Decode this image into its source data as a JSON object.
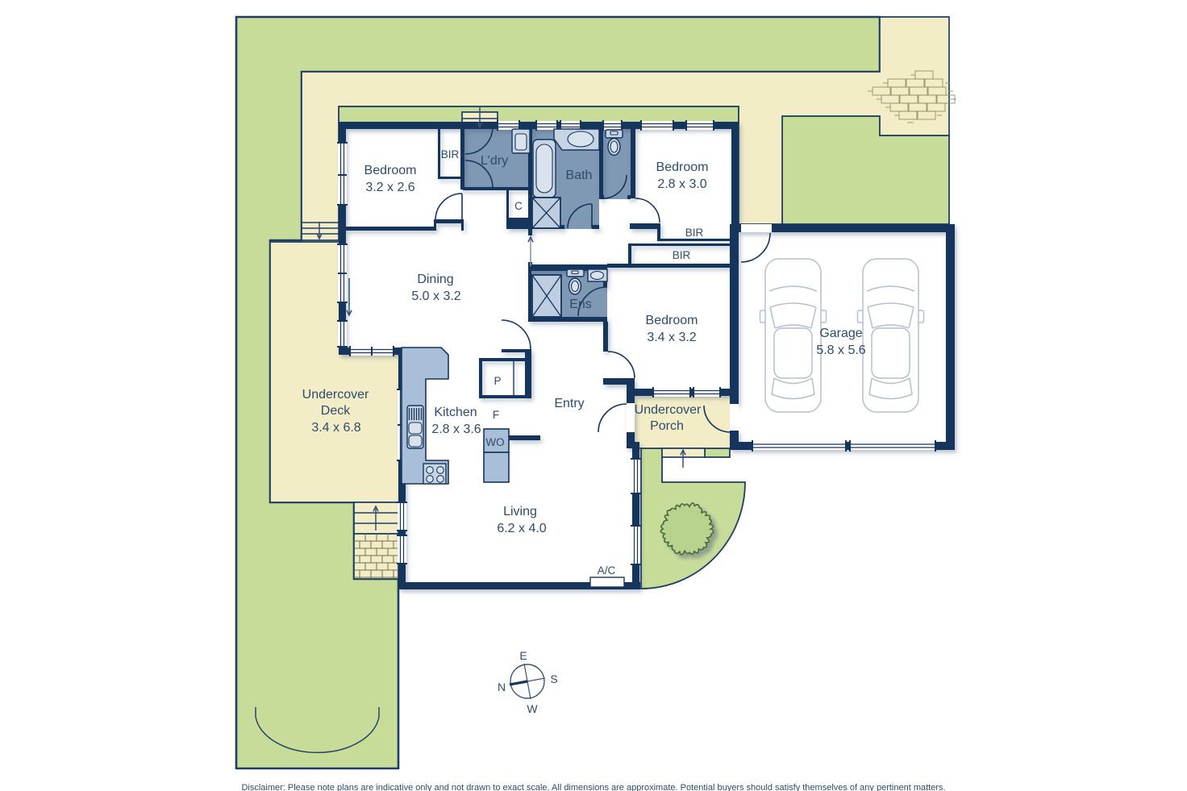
{
  "plan": {
    "rooms": {
      "bedroom1": {
        "name": "Bedroom",
        "dims": "3.2 x 2.6"
      },
      "bedroom2": {
        "name": "Bedroom",
        "dims": "2.8 x 3.0"
      },
      "bedroom3": {
        "name": "Bedroom",
        "dims": "3.4 x 3.2"
      },
      "dining": {
        "name": "Dining",
        "dims": "5.0 x 3.2"
      },
      "kitchen": {
        "name": "Kitchen",
        "dims": "2.8 x 3.6"
      },
      "living": {
        "name": "Living",
        "dims": "6.2 x 4.0"
      },
      "garage": {
        "name": "Garage",
        "dims": "5.8 x 5.6"
      },
      "deck": {
        "line1": "Undercover",
        "line2": "Deck",
        "dims": "3.4 x 6.8"
      },
      "porch": {
        "line1": "Undercover",
        "line2": "Porch"
      },
      "laundry": {
        "name": "L'dry"
      },
      "bath": {
        "name": "Bath"
      },
      "ensuite": {
        "name": "Ens"
      },
      "entry": {
        "name": "Entry"
      }
    },
    "fixtures": {
      "bir": "BIR",
      "linen": "C",
      "pantry": "P",
      "fridge": "F",
      "wall_oven": "WO",
      "air_conditioner": "A/C"
    },
    "compass": {
      "north": "N",
      "east": "E",
      "south": "S",
      "west": "W"
    },
    "disclaimer": "Disclaimer: Please note plans are indicative only and not drawn to exact scale. All dimensions are approximate. Potential buyers should satisfy themselves of any pertinent matters.",
    "colors": {
      "wall": "#16355c",
      "garden": "#c8dc9a",
      "path_cream": "#f3edc7",
      "wet_area": "#7f98b4",
      "fixture_light": "#c7d4e3",
      "counter": "#a9bed8",
      "label": "#2c4c6e",
      "tree": "#b7d38e",
      "tree_outline": "#4a683f",
      "car_outline": "#b3bfcf"
    }
  }
}
